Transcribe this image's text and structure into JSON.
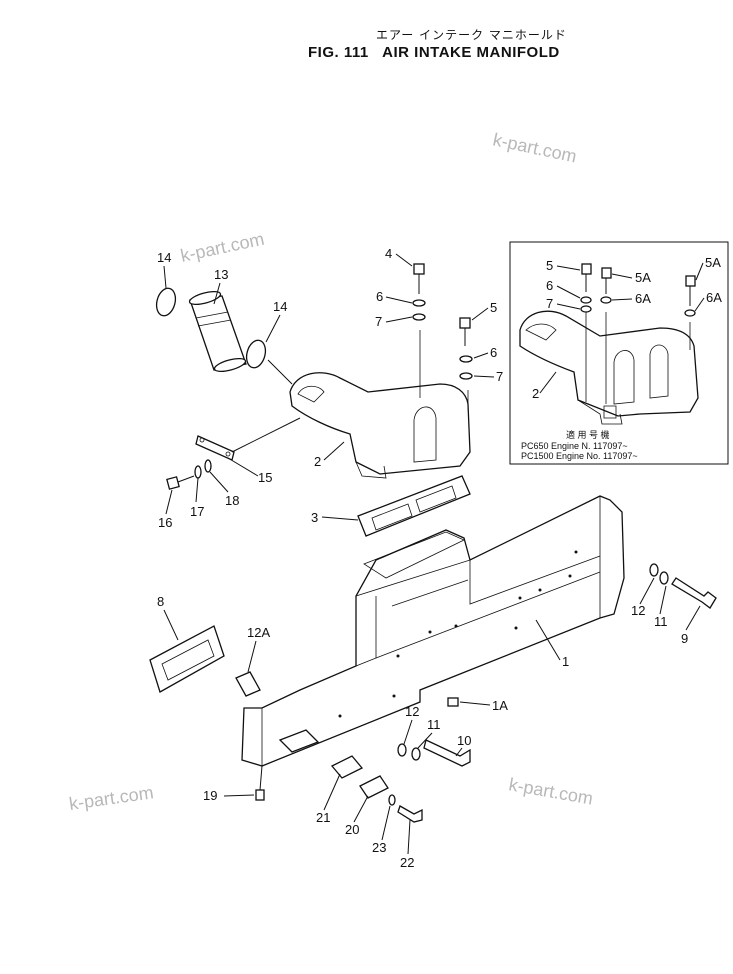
{
  "header": {
    "japanese_title": "エアー インテーク マニホールド",
    "title": "FIG. 111   AIR INTAKE MANIFOLD"
  },
  "watermarks": [
    "k-part.com",
    "k-part.com",
    "k-part.com",
    "k-part.com"
  ],
  "inset": {
    "applicability_heading": "適 用 号 機",
    "applicability": [
      "PC650   Engine N. 117097~",
      "PC1500  Engine No. 117097~"
    ],
    "labels": [
      "5",
      "6",
      "7",
      "5A",
      "6A",
      "2",
      "5A",
      "6A"
    ]
  },
  "callouts": [
    "14",
    "13",
    "14",
    "4",
    "6",
    "7",
    "5",
    "6",
    "7",
    "2",
    "15",
    "16",
    "17",
    "18",
    "3",
    "8",
    "12A",
    "1",
    "1A",
    "12",
    "11",
    "9",
    "12",
    "11",
    "10",
    "19",
    "21",
    "20",
    "23",
    "22"
  ]
}
